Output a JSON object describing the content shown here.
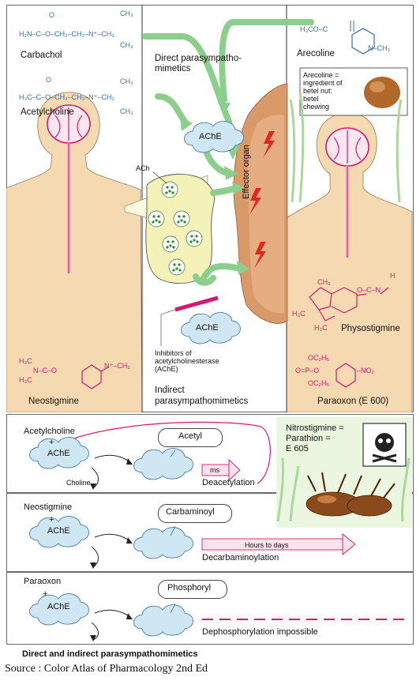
{
  "top": {
    "carbachol_label": "Carbachol",
    "carbachol_formula": "H₂N–C–O–CH₂–CH₂–N⁺–CH₃",
    "acetylcholine_label": "Acetylcholine",
    "acetylcholine_formula": "H₃C–C–O–CH₂–CH₂–N⁺–CH₃",
    "ch3": "CH₃",
    "o": "O",
    "direct_label_1": "Direct parasympatho-",
    "direct_label_2": "mimetics",
    "arecoline_label": "Arecoline",
    "arecoline_formula_left": "H₃CO–C",
    "arecoline_formula_right": "N–CH₃",
    "arecoline_note_1": "Arecoline =",
    "arecoline_note_2": "ingredient of",
    "arecoline_note_3": "betel nut:",
    "arecoline_note_4": "betel",
    "arecoline_note_5": "chewing",
    "ache": "AChE",
    "ach": "ACh",
    "effector": "Effector organ",
    "inhibitors_1": "Inhibitors of",
    "inhibitors_2": "acetylcholinesterase",
    "inhibitors_3": "(AChE)",
    "indirect_1": "Indirect",
    "indirect_2": "parasympathomimetics",
    "neostigmine": "Neostigmine",
    "physostigmine": "Physostigmine",
    "paraoxon": "Paraoxon (E 600)",
    "neo_h3c_a": "H₃C",
    "neo_h3c_b": "H₃C",
    "neo_n": "N–C–O",
    "neo_right": "N⁺–CH₃",
    "phys_top": "CH₃",
    "phys_h3c": "H₃C",
    "phys_h3c2": "H₃C",
    "phys_right": "O–C–N",
    "phys_h": "H",
    "para_top": "OC₂H₅",
    "para_mid": "O=P–O",
    "para_bot": "OC₂H₅",
    "para_no2": "–NO₂"
  },
  "rows": [
    {
      "substrate": "Acetylcholine",
      "enzyme": "AChE",
      "group": "Acetyl",
      "leaving": "Choline",
      "arrow_label": "ms",
      "process": "Deacetylation"
    },
    {
      "substrate": "Neostigmine",
      "enzyme": "AChE",
      "group": "Carbaminoyl",
      "arrow_label": "Hours to days",
      "process": "Decarbaminoylation"
    },
    {
      "substrate": "Paraoxon",
      "enzyme": "AChE",
      "group": "Phosphoryl",
      "process": "Dephosphorylation impossible"
    }
  ],
  "nitro_1": "Nitrostigmine =",
  "nitro_2": "Parathion =",
  "nitro_3": "E 605",
  "plus": "+",
  "caption": "Direct and indirect parasympathomimetics",
  "source": "Source : Color Atlas of Pharmacology 2nd Ed",
  "colors": {
    "green": "#8ccf8c",
    "cloud": "#cfe6f3",
    "skin": "#f5d9b0",
    "magenta": "#d8186f",
    "blue": "#2f6fb6",
    "pink": "#f7c6d8"
  }
}
